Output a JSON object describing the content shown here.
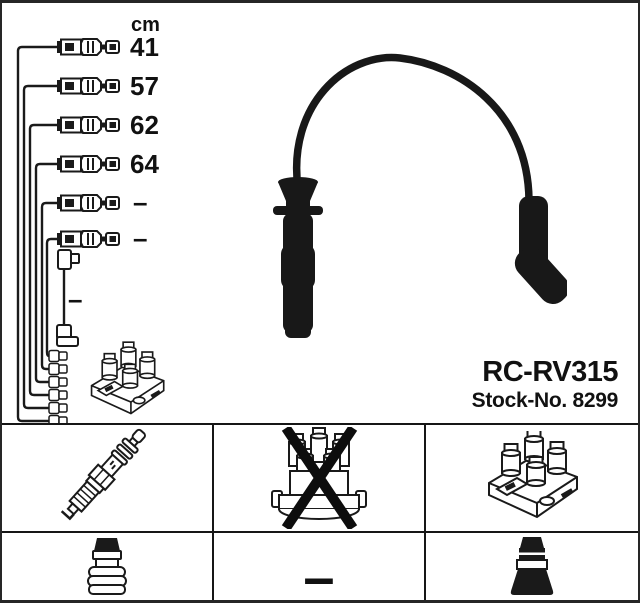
{
  "product": {
    "part_number": "RC-RV315",
    "stock_label": "Stock-No. 8299"
  },
  "length_diagram": {
    "unit": "cm",
    "cables": [
      "41",
      "57",
      "62",
      "64",
      "–",
      "–"
    ],
    "sensor_cable_length": "–"
  },
  "application_table": {
    "row1": [
      {
        "icon": "spark-plug",
        "crossed_out": false
      },
      {
        "icon": "distributor-cap",
        "crossed_out": true
      },
      {
        "icon": "ignition-coil-pack",
        "crossed_out": false
      }
    ],
    "row2": [
      {
        "icon": "plug-connector-ribbed"
      },
      {
        "label": "–"
      },
      {
        "icon": "plug-connector-black"
      }
    ]
  },
  "colors": {
    "background": "#ffffff",
    "ink": "#1a1a1a"
  }
}
